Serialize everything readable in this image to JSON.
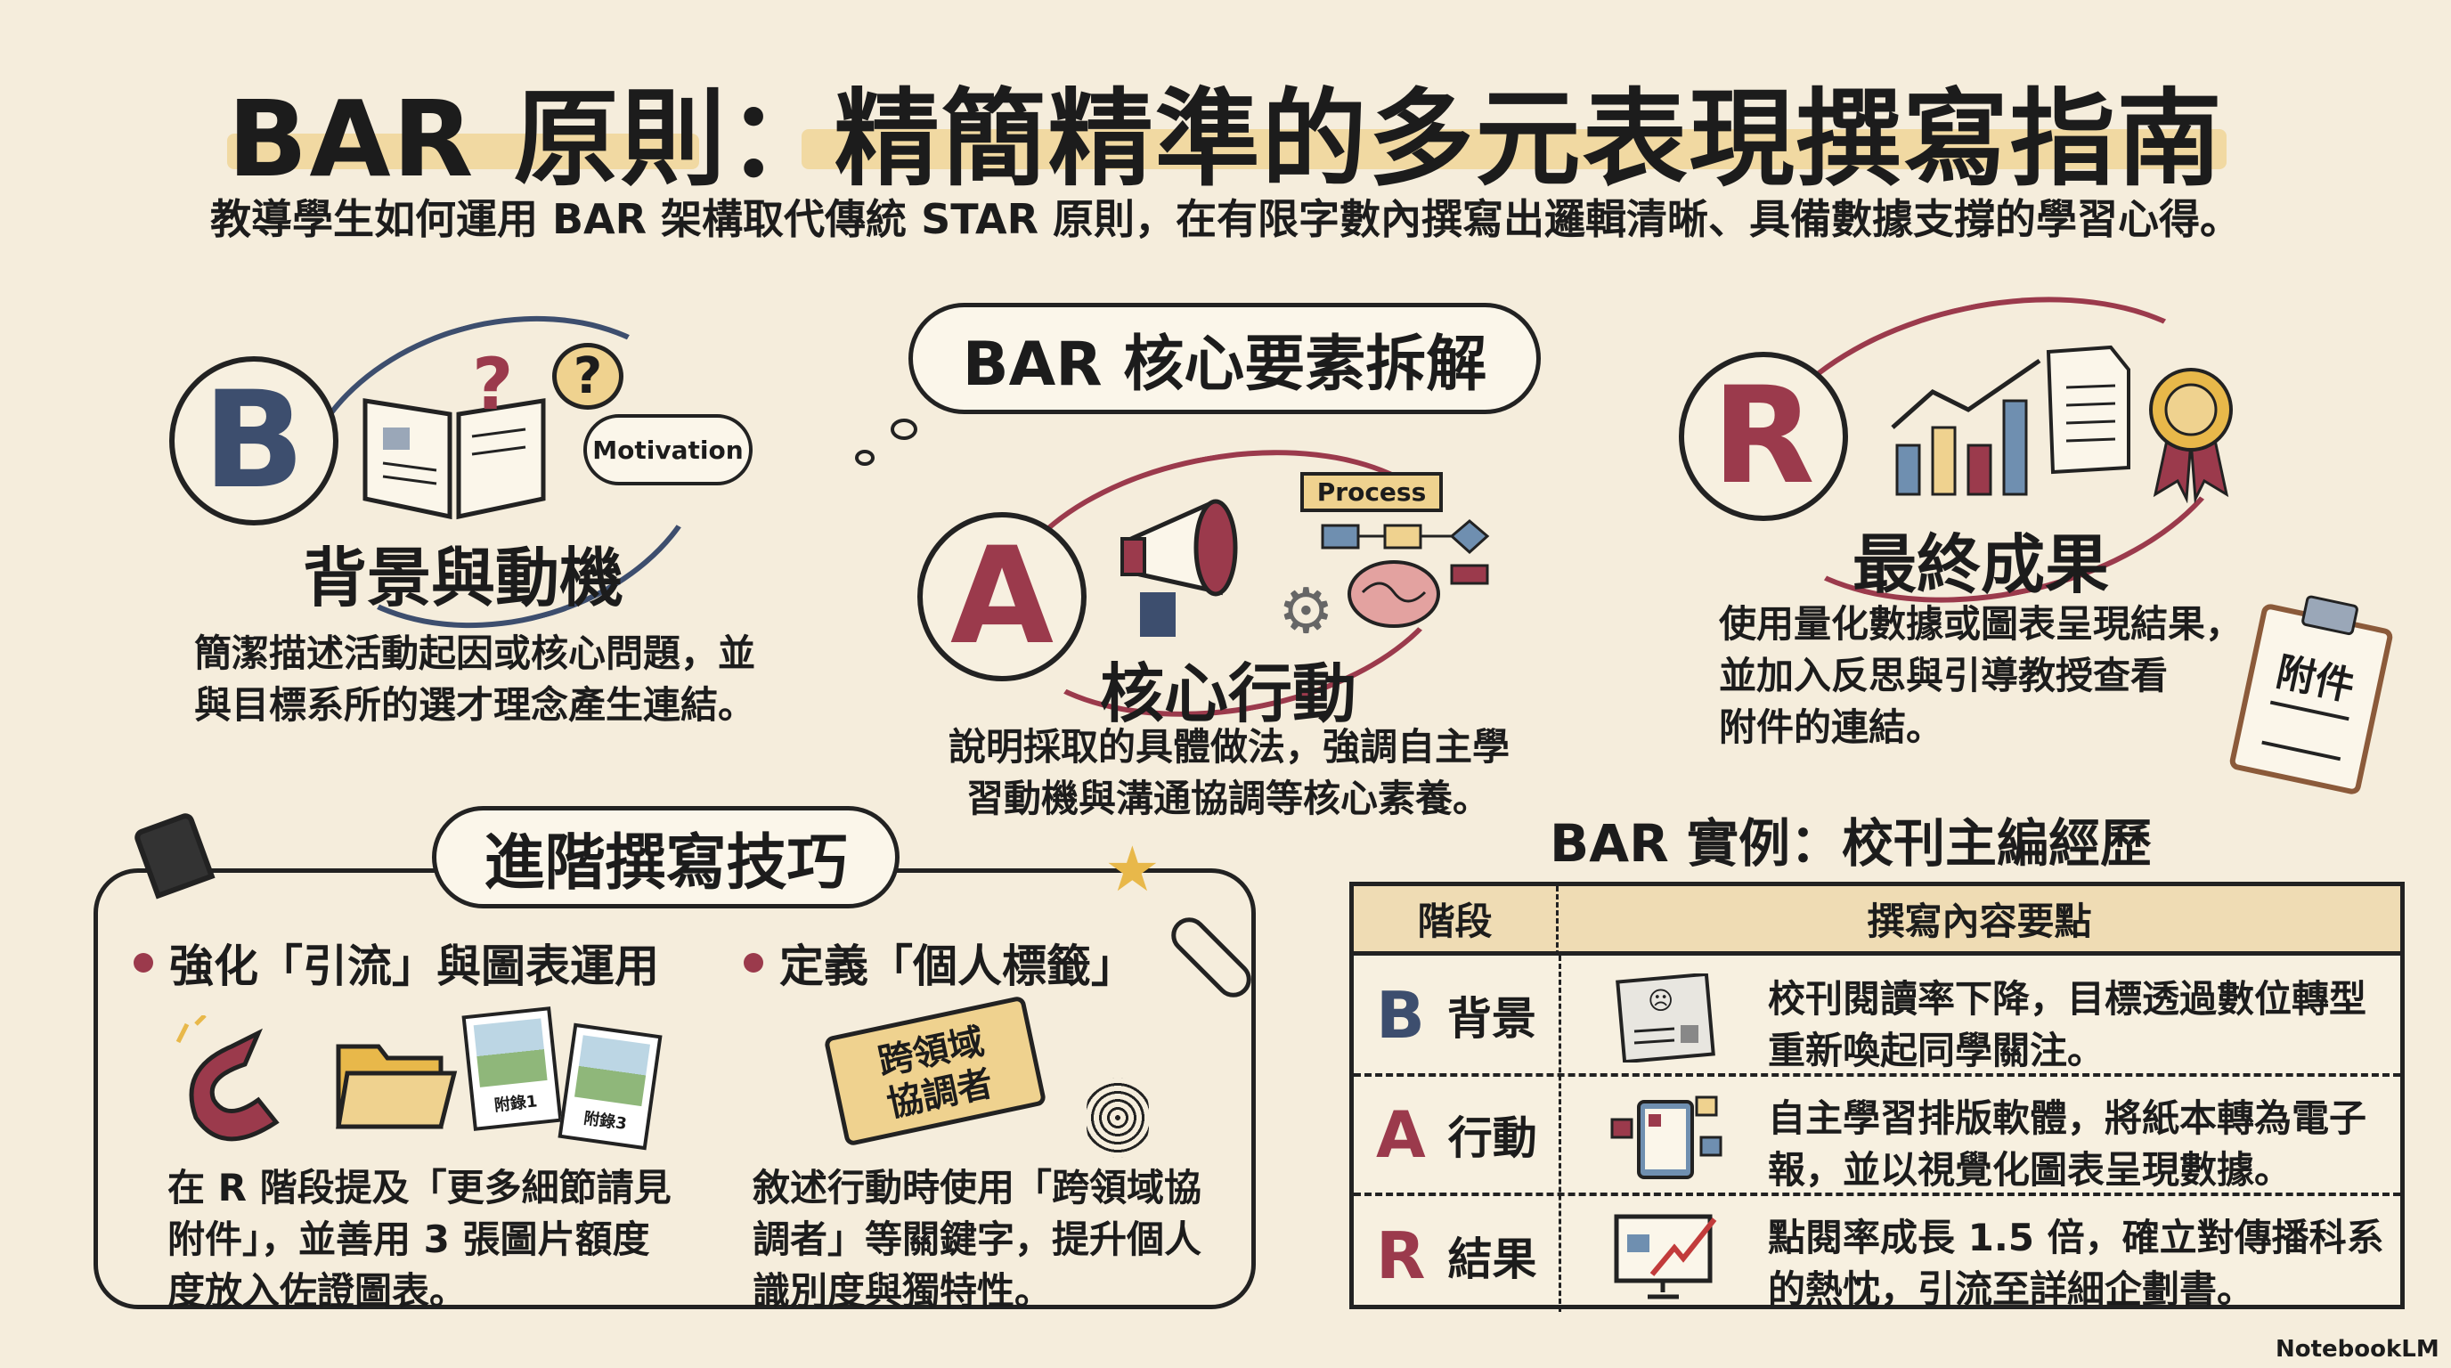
{
  "title": "BAR 原則：精簡精準的多元表現撰寫指南",
  "subtitle": "教導學生如何運用 BAR 架構取代傳統 STAR 原則，在有限字數內撰寫出邏輯清晰、具備數據支撐的學習心得。",
  "core_heading": "BAR 核心要素拆解",
  "elements": [
    {
      "letter": "B",
      "title": "背景與動機",
      "desc_lines": [
        "簡潔描述活動起因或核心問題，並",
        "與目標系所的選才理念產生連結。"
      ],
      "bubble": "Motivation",
      "color": "#3d4e6e"
    },
    {
      "letter": "A",
      "title": "核心行動",
      "desc_lines": [
        "說明採取的具體做法，強調自主學",
        "習動機與溝通協調等核心素養。"
      ],
      "bubble": "Process",
      "color": "#9b3a4c"
    },
    {
      "letter": "R",
      "title": "最終成果",
      "desc_lines": [
        "使用量化數據或圖表呈現結果，",
        "並加入反思與引導教授查看",
        "附件的連結。"
      ],
      "clipboard": "附件",
      "color": "#9b3a4c"
    }
  ],
  "advanced": {
    "heading": "進階撰寫技巧",
    "tips": [
      {
        "title": "強化「引流」與圖表運用",
        "desc_lines": [
          "在 R 階段提及「更多細節請見",
          "附件」，並善用 3 張圖片額度",
          "度放入佐證圖表。"
        ],
        "photos": [
          "附錄1",
          "附錄3"
        ]
      },
      {
        "title": "定義「個人標籤」",
        "desc_lines": [
          "敘述行動時使用「跨領域協",
          "調者」等關鍵字，提升個人",
          "識別度與獨特性。"
        ],
        "tag_lines": [
          "跨領域",
          "協調者"
        ]
      }
    ]
  },
  "example": {
    "heading": "BAR 實例：校刊主編經歷",
    "columns": [
      "階段",
      "撰寫內容要點"
    ],
    "rows": [
      {
        "letter": "B",
        "stage": "背景",
        "lines": [
          "校刊閱讀率下降，目標透過數位轉型",
          "重新喚起同學關注。"
        ],
        "color": "#3d4e6e"
      },
      {
        "letter": "A",
        "stage": "行動",
        "lines": [
          "自主學習排版軟體，將紙本轉為電子",
          "報，並以視覺化圖表呈現數據。"
        ],
        "color": "#9b3a4c"
      },
      {
        "letter": "R",
        "stage": "結果",
        "lines": [
          "點閱率成長 1.5 倍，確立對傳播科系",
          "的熱忱，引流至詳細企劃書。"
        ],
        "color": "#9b3a4c"
      }
    ]
  },
  "watermark": "NotebookLM"
}
